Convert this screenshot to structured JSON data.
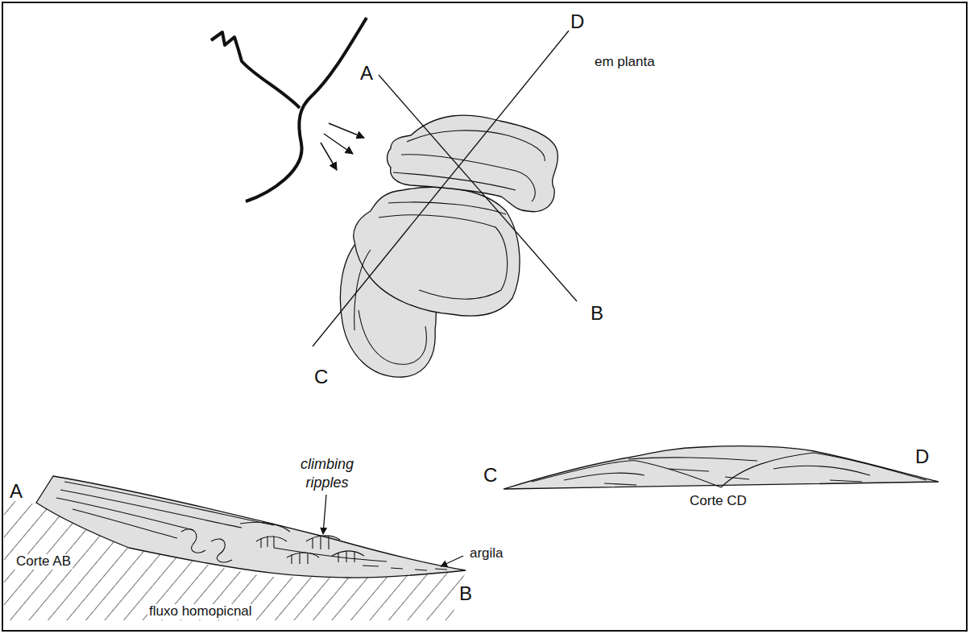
{
  "diagram": {
    "labels": [
      "D",
      "A",
      "em planta",
      "B",
      "C",
      "climbing ripples",
      "A",
      "Corte AB",
      "argila",
      "B",
      "fluxo homopicnal",
      "C",
      "D",
      "Corte CD"
    ]
  }
}
